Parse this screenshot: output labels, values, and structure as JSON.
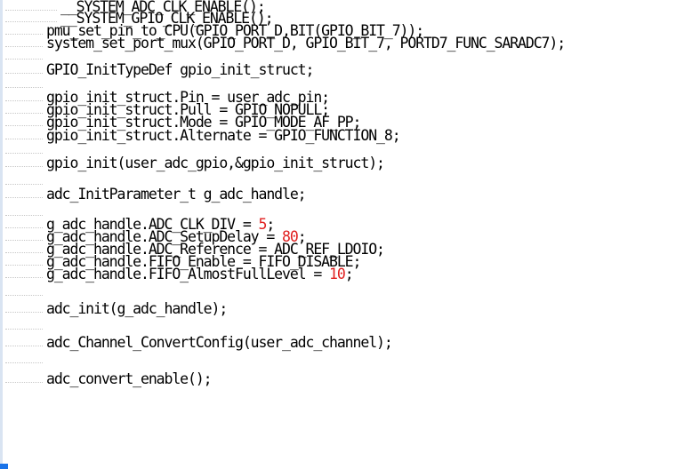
{
  "editor": {
    "lines": [
      {
        "pre": "__SYSTEM_ADC_CLK_ENABLE();",
        "num": "",
        "post": ""
      },
      {
        "pre": "__SYSTEM_GPIO_CLK_ENABLE();",
        "num": "",
        "post": ""
      },
      {
        "pre": "pmu_set_pin_to_CPU(GPIO_PORT_D,BIT(GPIO_BIT_7));",
        "num": "",
        "post": ""
      },
      {
        "pre": "system_set_port_mux(GPIO_PORT_D, GPIO_BIT_7, PORTD7_FUNC_SARADC7);",
        "num": "",
        "post": ""
      },
      {
        "pre": "",
        "num": "",
        "post": ""
      },
      {
        "pre": "GPIO_InitTypeDef gpio_init_struct;",
        "num": "",
        "post": ""
      },
      {
        "pre": "",
        "num": "",
        "post": ""
      },
      {
        "pre": "gpio_init_struct.Pin = user_adc_pin;",
        "num": "",
        "post": ""
      },
      {
        "pre": "gpio_init_struct.Pull = GPIO_NOPULL;",
        "num": "",
        "post": ""
      },
      {
        "pre": "gpio_init_struct.Mode = GPIO_MODE_AF_PP;",
        "num": "",
        "post": ""
      },
      {
        "pre": "gpio_init_struct.Alternate = GPIO_FUNCTION_8;",
        "num": "",
        "post": ""
      },
      {
        "pre": "",
        "num": "",
        "post": ""
      },
      {
        "pre": "gpio_init(user_adc_gpio,&gpio_init_struct);",
        "num": "",
        "post": ""
      },
      {
        "pre": "",
        "num": "",
        "post": ""
      },
      {
        "pre": "adc_InitParameter_t g_adc_handle;",
        "num": "",
        "post": ""
      },
      {
        "pre": "",
        "num": "",
        "post": ""
      },
      {
        "pre": "g_adc_handle.ADC_CLK_DIV = ",
        "num": "5",
        "post": ";"
      },
      {
        "pre": "g_adc_handle.ADC_SetupDelay = ",
        "num": "80",
        "post": ";"
      },
      {
        "pre": "g_adc_handle.ADC_Reference = ADC_REF_LDOIO;",
        "num": "",
        "post": ""
      },
      {
        "pre": "g_adc_handle.FIFO_Enable = FIFO_DISABLE;",
        "num": "",
        "post": ""
      },
      {
        "pre": "g_adc_handle.FIFO_AlmostFullLevel = ",
        "num": "10",
        "post": ";"
      },
      {
        "pre": "",
        "num": "",
        "post": ""
      },
      {
        "pre": "adc_init(g_adc_handle);",
        "num": "",
        "post": ""
      },
      {
        "pre": "",
        "num": "",
        "post": ""
      },
      {
        "pre": "adc_Channel_ConvertConfig(user_adc_channel);",
        "num": "",
        "post": ""
      },
      {
        "pre": "",
        "num": "",
        "post": ""
      },
      {
        "pre": "adc_convert_enable();",
        "num": "",
        "post": ""
      }
    ]
  }
}
